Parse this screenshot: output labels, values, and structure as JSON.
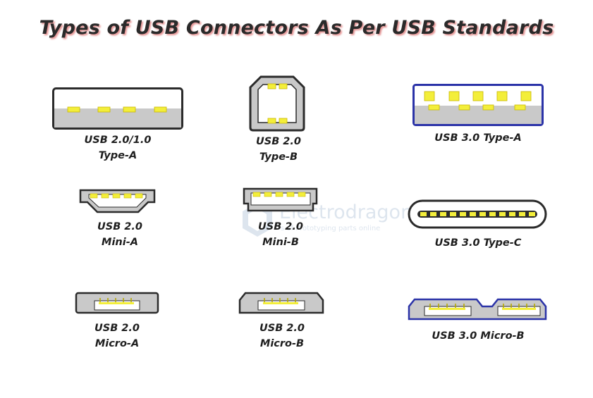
{
  "title": "Types of USB Connectors As Per USB Standards",
  "watermark": {
    "brand": "Electrodragon",
    "tagline": "s of Prototyping parts online"
  },
  "connectors": [
    {
      "id": "usb2-type-a",
      "line1": "USB 2.0/1.0",
      "line2": "Type-A"
    },
    {
      "id": "usb2-type-b",
      "line1": "USB 2.0",
      "line2": "Type-B"
    },
    {
      "id": "usb3-type-a",
      "line1": "USB 3.0 Type-A",
      "line2": ""
    },
    {
      "id": "usb2-mini-a",
      "line1": "USB 2.0",
      "line2": "Mini-A"
    },
    {
      "id": "usb2-mini-b",
      "line1": "USB 2.0",
      "line2": "Mini-B"
    },
    {
      "id": "usb3-type-c",
      "line1": "USB 3.0 Type-C",
      "line2": ""
    },
    {
      "id": "usb2-micro-a",
      "line1": "USB 2.0",
      "line2": "Micro-A"
    },
    {
      "id": "usb2-micro-b",
      "line1": "USB 2.0",
      "line2": "Micro-B"
    },
    {
      "id": "usb3-micro-b",
      "line1": "USB 3.0 Micro-B",
      "line2": ""
    }
  ],
  "colors": {
    "outline": "#2b2b2b",
    "fill_gray": "#c9c9c9",
    "pin_yellow": "#f3ee3a",
    "usb3_blue": "#2b33a8",
    "title_shadow": "#d23c3c"
  }
}
